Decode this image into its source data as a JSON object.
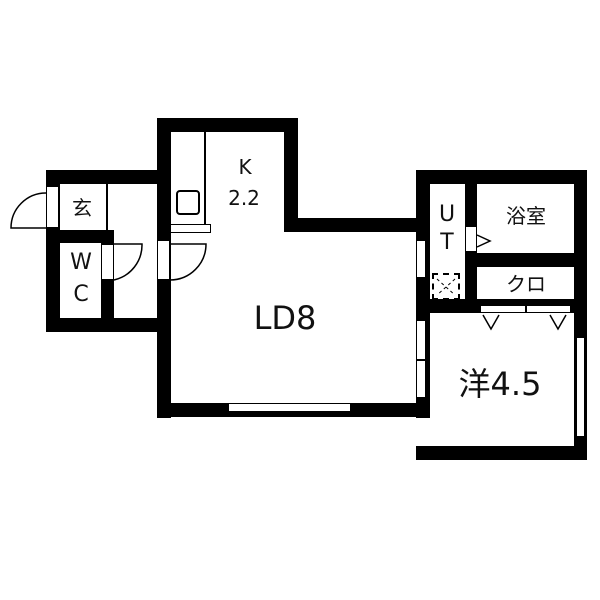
{
  "rooms": {
    "entrance": {
      "label": "玄"
    },
    "wc": {
      "label_line1": "W",
      "label_line2": "C"
    },
    "kitchen": {
      "label_line1": "K",
      "label_line2": "2.2"
    },
    "living_dining": {
      "label": "LD8"
    },
    "utility": {
      "label_line1": "U",
      "label_line2": "T"
    },
    "bathroom": {
      "label": "浴室"
    },
    "closet": {
      "label": "クロ"
    },
    "western_room": {
      "label": "洋4.5"
    }
  },
  "colors": {
    "wall": "#000000",
    "background": "#ffffff"
  }
}
